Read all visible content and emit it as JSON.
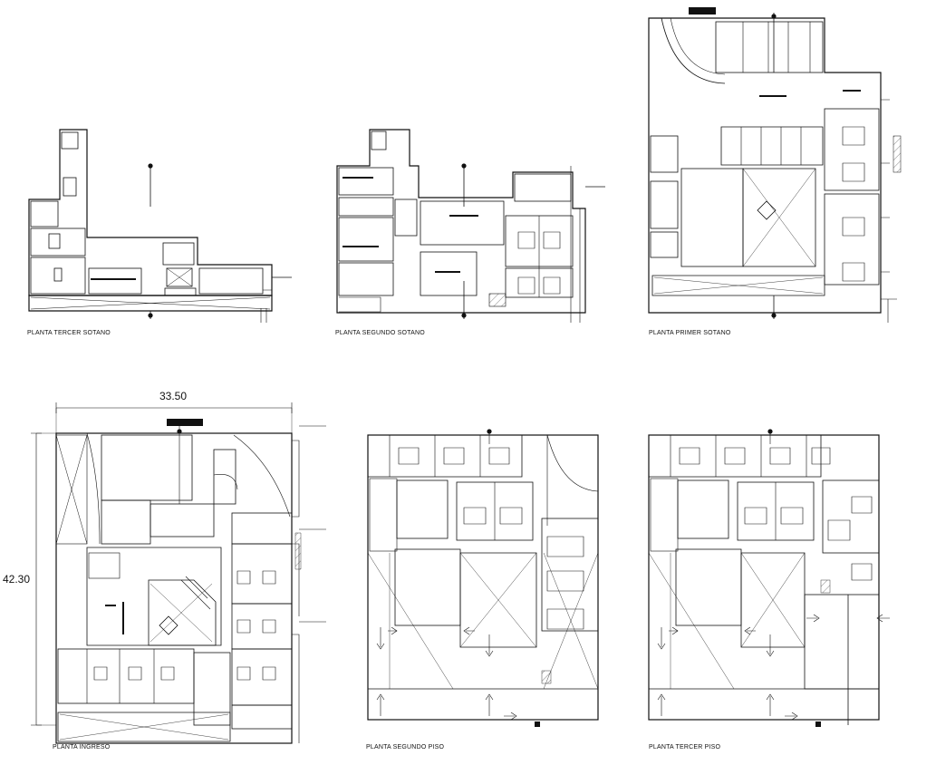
{
  "drawing": {
    "plans": [
      {
        "id": "p1",
        "title": "PLANTA TERCER SOTANO"
      },
      {
        "id": "p2",
        "title": "PLANTA SEGUNDO SOTANO"
      },
      {
        "id": "p3",
        "title": "PLANTA PRIMER SOTANO"
      },
      {
        "id": "p4",
        "title": "PLANTA INGRESO"
      },
      {
        "id": "p5",
        "title": "PLANTA SEGUNDO PISO"
      },
      {
        "id": "p6",
        "title": "PLANTA TERCER PISO"
      }
    ],
    "dimensions": {
      "width": "33.50",
      "height": "42.30"
    }
  }
}
